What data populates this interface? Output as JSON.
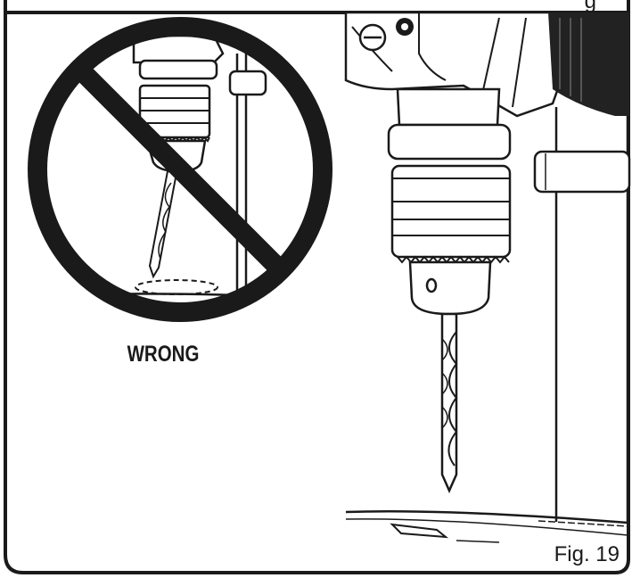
{
  "labels": {
    "wrong": "WRONG",
    "figure": "Fig. 19",
    "figure_top_partial": "g"
  },
  "colors": {
    "ink": "#1a1a1a",
    "fill_dark": "#222222",
    "background": "#ffffff"
  },
  "icons": {
    "prohibition": "prohibition-icon"
  }
}
